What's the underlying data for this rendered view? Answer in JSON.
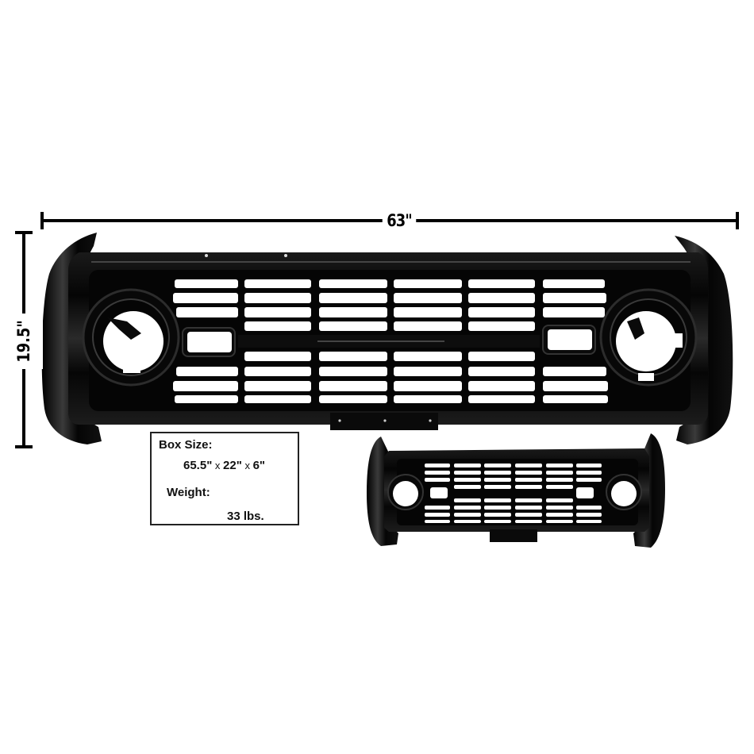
{
  "dimensions": {
    "width_label": "63\"",
    "height_label": "19.5\""
  },
  "info_box": {
    "box_size_label": "Box Size:",
    "box_size_length": "65.5\"",
    "box_size_sep1": " x ",
    "box_size_width": "22\"",
    "box_size_sep2": " x ",
    "box_size_depth": "6\"",
    "weight_label": "Weight:",
    "weight_value": "33 lbs."
  },
  "product": {
    "main_view": "grille-front-large",
    "secondary_view": "grille-front-small",
    "finish_color": "#0a0a0a",
    "highlight_color": "#5a5a5a",
    "background_color": "#ffffff",
    "grid_columns": 6,
    "grid_rows_per_half": 4,
    "headlight_openings": 2,
    "parking_light_openings": 2
  }
}
